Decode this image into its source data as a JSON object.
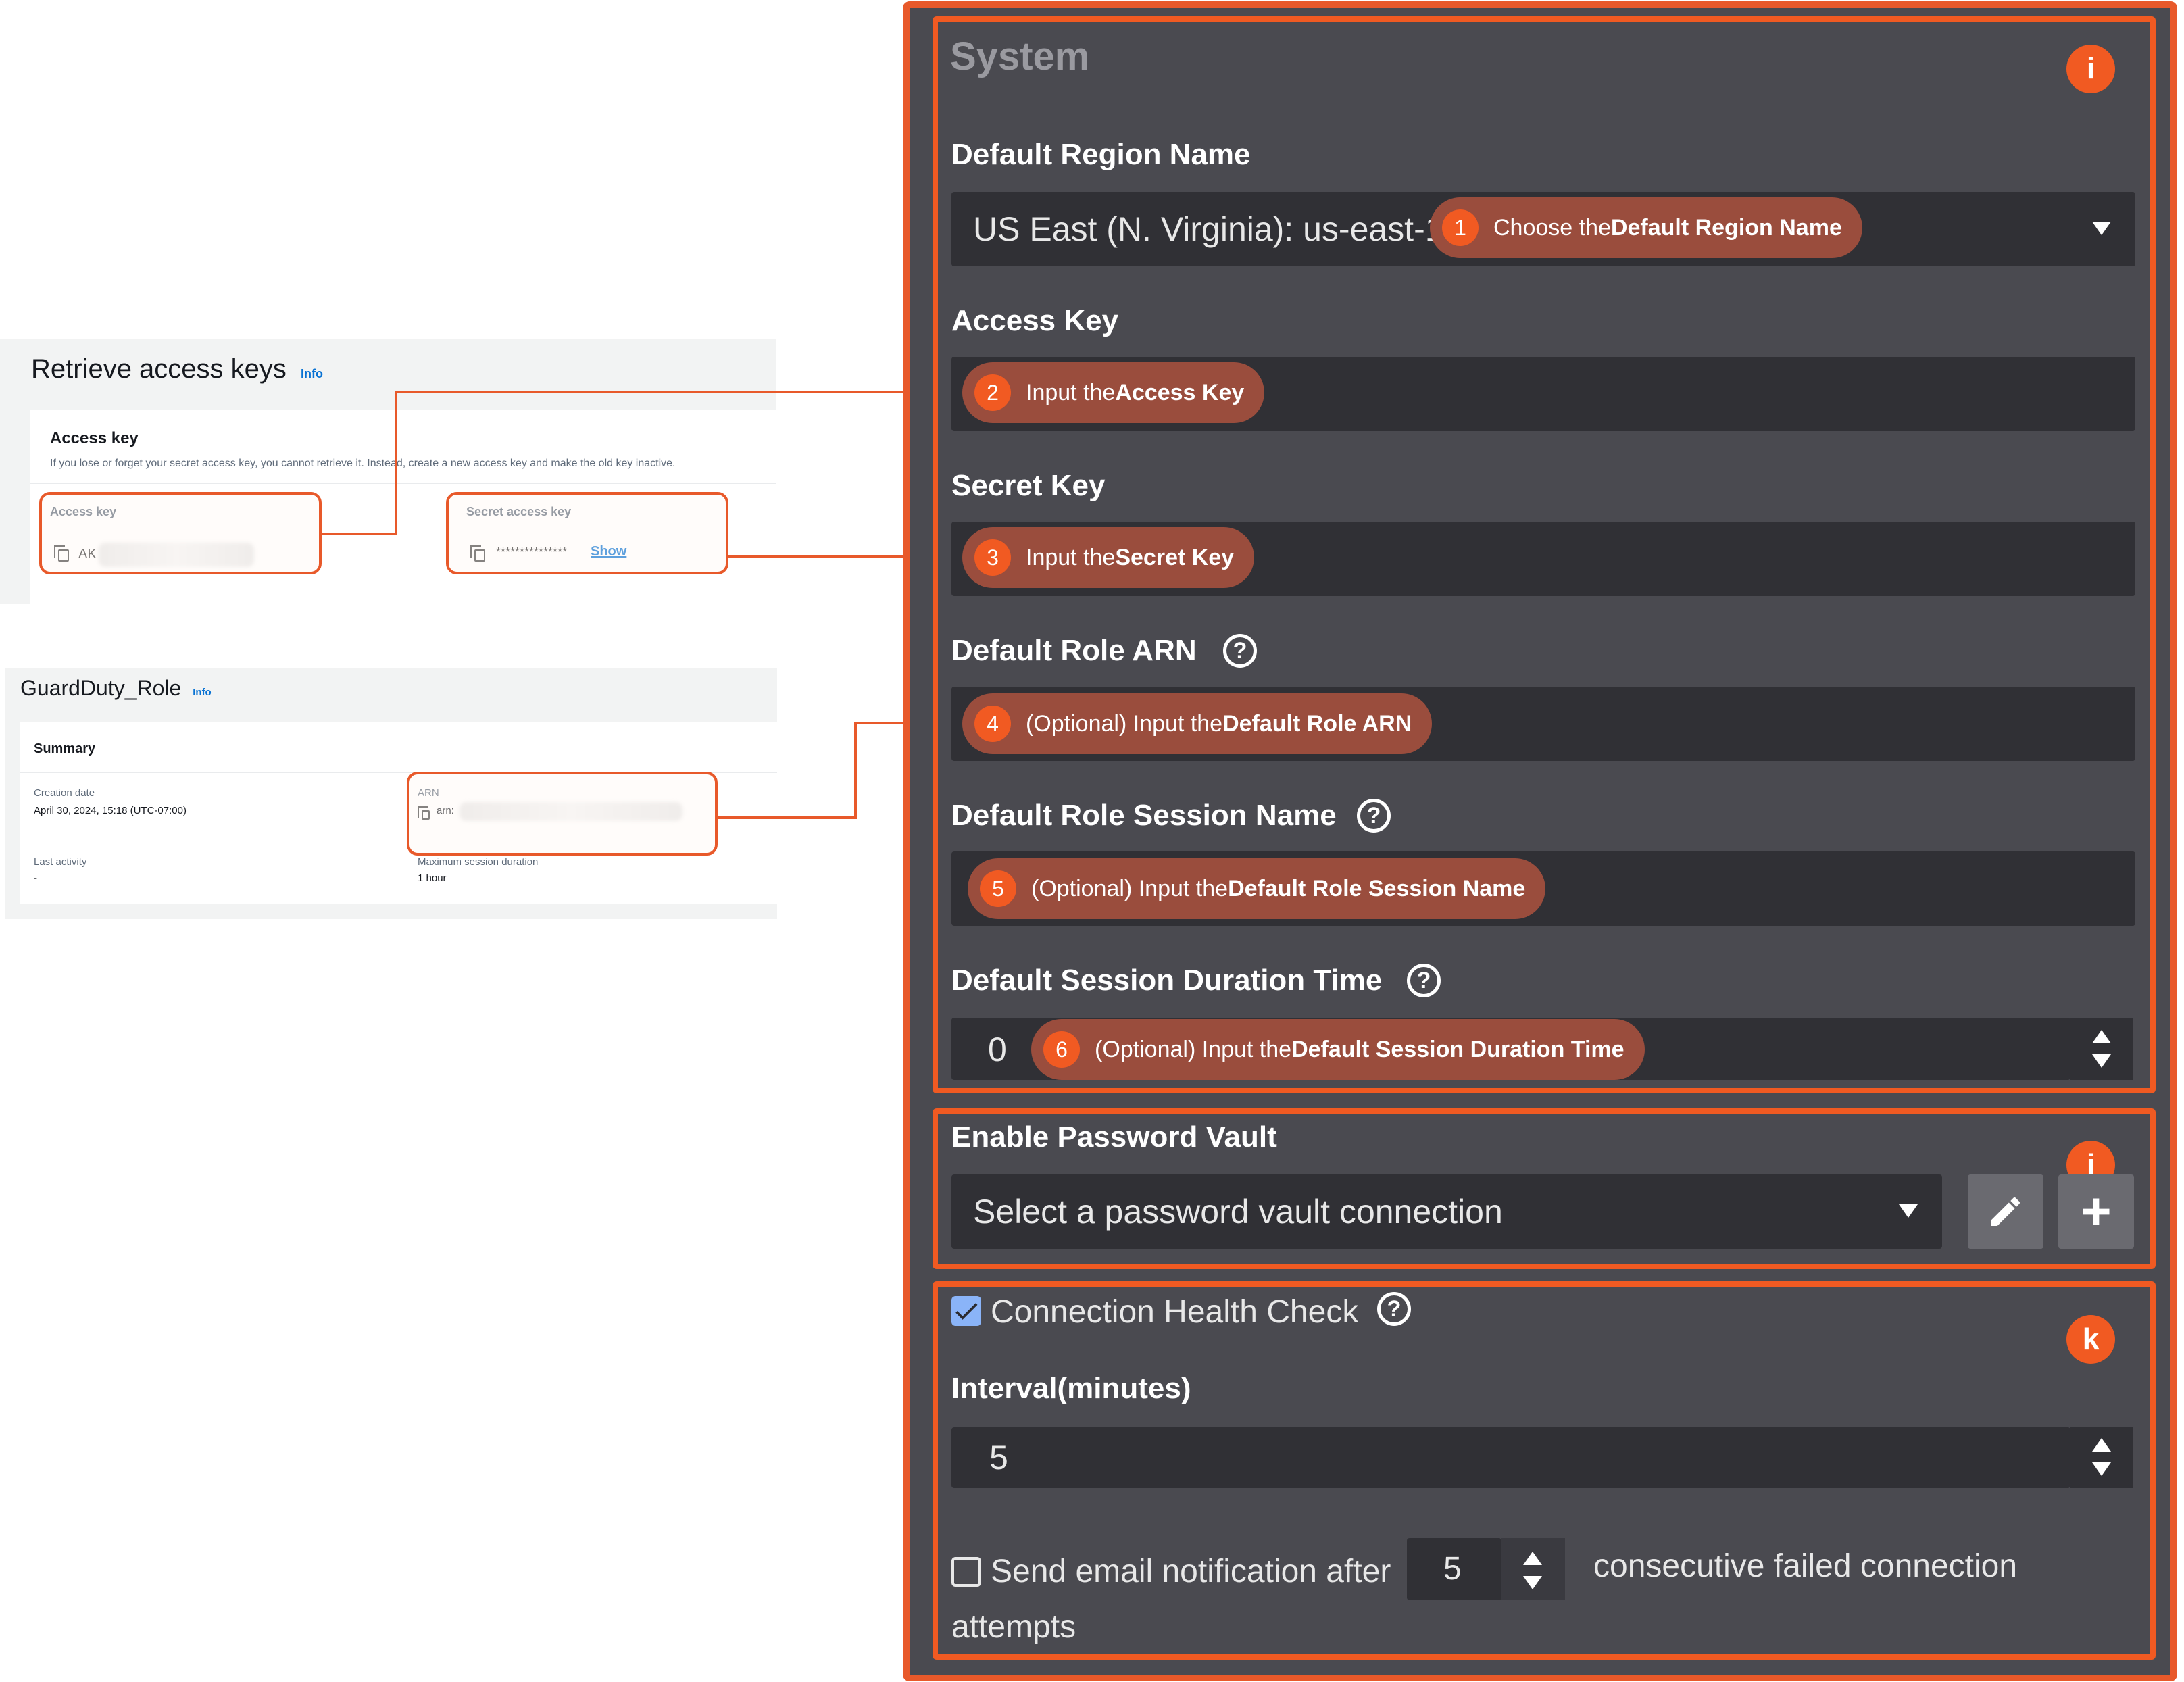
{
  "retrieve": {
    "title": "Retrieve access keys",
    "info": "Info",
    "card_title": "Access key",
    "card_desc": "If you lose or forget your secret access key, you cannot retrieve it. Instead, create a new access key and make the old key inactive.",
    "col_access": "Access key",
    "access_prefix": "AK",
    "col_secret": "Secret access key",
    "secret_mask": "***************",
    "show_link": "Show"
  },
  "role": {
    "title": "GuardDuty_Role",
    "info": "Info",
    "summary": "Summary",
    "creation_label": "Creation date",
    "creation_value": "April 30, 2024, 15:18 (UTC-07:00)",
    "arn_label": "ARN",
    "arn_prefix": "arn:",
    "last_activity_label": "Last activity",
    "last_activity_value": "-",
    "max_session_label": "Maximum session duration",
    "max_session_value": "1 hour"
  },
  "system": {
    "title": "System",
    "badge": "i",
    "region_label": "Default Region Name",
    "region_value": "US East (N. Virginia): us-east-1",
    "access_label": "Access Key",
    "secret_label": "Secret Key",
    "role_arn_label": "Default Role ARN",
    "session_name_label": "Default Role Session Name",
    "duration_label": "Default Session Duration Time",
    "duration_value": "0"
  },
  "callouts": [
    {
      "num": "1",
      "pre": "Choose the ",
      "bold": "Default Region Name"
    },
    {
      "num": "2",
      "pre": "Input the ",
      "bold": "Access Key"
    },
    {
      "num": "3",
      "pre": "Input the ",
      "bold": "Secret Key"
    },
    {
      "num": "4",
      "pre": "(Optional) Input the ",
      "bold": "Default Role ARN"
    },
    {
      "num": "5",
      "pre": "(Optional) Input the ",
      "bold": "Default Role Session Name"
    },
    {
      "num": "6",
      "pre": "(Optional) Input the ",
      "bold": "Default Session Duration Time"
    }
  ],
  "vault": {
    "badge": "j",
    "label": "Enable Password Vault",
    "placeholder": "Select a password vault connection",
    "edit_icon": "pencil-icon",
    "add_icon": "plus-icon"
  },
  "health": {
    "badge": "k",
    "checkbox_label": "Connection Health Check",
    "checked": true,
    "interval_label": "Interval(minutes)",
    "interval_value": "5",
    "email_prefix": "Send email notification after",
    "email_count": "5",
    "email_suffix": "consecutive failed connection",
    "email_suffix2": "attempts"
  },
  "help_symbol": "?",
  "colors": {
    "accent": "#f15a22",
    "panel": "#4a4a50",
    "field": "#303035",
    "callout": "#9a4d3d",
    "link": "#0972d3"
  }
}
